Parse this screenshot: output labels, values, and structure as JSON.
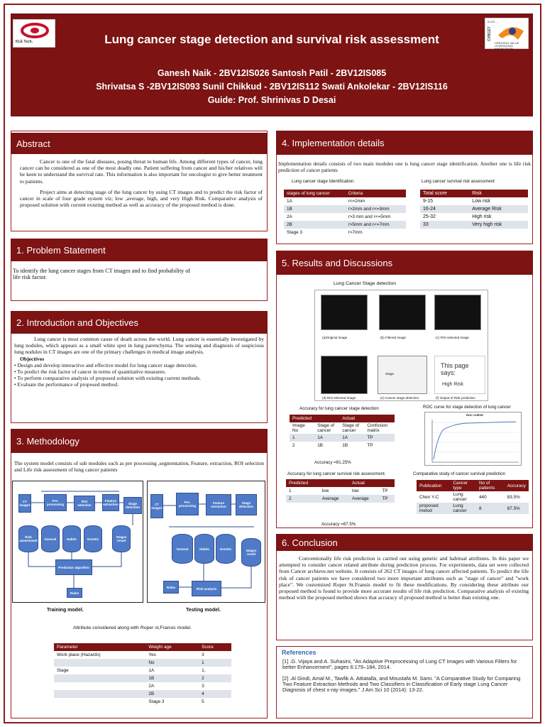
{
  "header": {
    "title": "Lung cancer stage detection and survival risk assessment",
    "authors_line1": "Ganesh Naik -  2BV12IS026  Santosh Patil - 2BV12IS085",
    "authors_line2": "Shrivatsa S -2BV12IS093  Sunil Chikkud - 2BV12IS112  Swati Ankolekar - 2BV12IS116",
    "guide": "Guide: Prof. Shrinivas D Desai",
    "logo_left_text": "KLE Tech.",
    "logo_right_top": "B.V.B.",
    "logo_right_text": "CVBCET",
    "logo_right_tag": "CREATING VALUE\nLEVERAGING KNOWLEDGE"
  },
  "abstract": {
    "heading": "Abstract",
    "p1": "Cancer is one of the fatal diseases, posing threat to human life. Among different types of cancer, lung cancer can be considered as one of the most deadly one. Patient suffering from cancer and his/her relatives will be keen to understand the survival rate. This information is also important for oncologist to give better treatment to patients.",
    "p2": "Project aims at detecting stage of the lung cancer by using CT images and to predict the risk factor of cancer in scale of four grade system viz; low ,average, high, and very High Risk. Comparative analysis of proposed solution with current existing method as well as accuracy of the proposed method is done."
  },
  "problem": {
    "heading": "1. Problem Statement",
    "line1": "To identify the lung cancer stages  from CT images and to find probability of",
    "line2": "life risk factor."
  },
  "intro": {
    "heading": "2. Introduction and Objectives",
    "p1": "Lung cancer is most common cause of death across the world. Lung cancer is essentially investigated by lung nodules, which appears as a small white spot in lung parenchyma. The sensing and diagnosis of suspicious lung nodules in CT images are one of the primary challenges in medical image analysis.",
    "obj_title": "Objectives",
    "objectives": [
      "• Design and develop interactive and effective model for lung cancer stage detection.",
      "• To predict the risk factor of cancer in terms of quantitative measures.",
      "• To perform comparative analysis of proposed solution with existing current methods.",
      "• Evaluate the performance of proposed method."
    ]
  },
  "methodology": {
    "heading": "3. Methodology",
    "text": "The system model consists of sub modules such as pre processing ,segmentation, Feature, extraction, ROI selection and Life risk assessment of lung cancer patients",
    "training": {
      "ct": "CT images",
      "pre": "Pre-processing",
      "roi": "ROI selection",
      "feat": "Feature extraction",
      "stage": "Stage detection",
      "risk": "Risk assessment",
      "general": "General",
      "habits": "Habits",
      "genetic": "Genetic",
      "stages": "Stages result",
      "pred": "Prediction algorithm",
      "rules": "Rules"
    },
    "testing": {
      "ct": "CT images",
      "pre": "Pre-processing",
      "feat": "Feature extraction",
      "stage": "Stage detection",
      "general": "General",
      "habits": "Habits",
      "genetic": "Genetic",
      "stages": "Stages result",
      "rules": "Rules",
      "risk": "Risk analysis"
    },
    "training_caption": "Training model.",
    "testing_caption": "Testing model.",
    "attr_caption": "Attribute considered along with Roper st,Fransis model.",
    "attr_table": {
      "headers": [
        "Parameter",
        "Weight age",
        "Score"
      ],
      "rows": [
        [
          "Work place (Hazards)",
          "Yes",
          "3"
        ],
        [
          "",
          "No",
          "1"
        ],
        [
          "Stage",
          "1A",
          "1,"
        ],
        [
          "",
          "1B",
          "2"
        ],
        [
          "",
          "2A",
          "3"
        ],
        [
          "",
          "2B",
          "4"
        ],
        [
          "",
          "Stage 3",
          "5"
        ]
      ]
    }
  },
  "impl": {
    "heading": "4. Implementation details",
    "text": "Implementation details consists of  two main modules one is lung cancer  stage identification. Another one is life risk prediction of cancer patients",
    "cap1": "Lung cancer stage Identification.",
    "cap2": "Lung cancer survival risk assessment",
    "stage_table": {
      "headers": [
        "stages of lung cancer",
        "Criteria"
      ],
      "rows": [
        [
          "1A",
          "r<=2mm"
        ],
        [
          "1B",
          "r>2mm and r<=3mm"
        ],
        [
          "2A",
          "r>3 mm and r<=5mm"
        ],
        [
          "2B",
          "r>5mm and r<=7mm"
        ],
        [
          "Stage 3",
          "r>7mm"
        ]
      ]
    },
    "risk_table": {
      "headers": [
        "Total score",
        "Risk"
      ],
      "rows": [
        [
          "9-15",
          "Low risk"
        ],
        [
          "16-24",
          "Average Risk"
        ],
        [
          "25-32",
          "High risk"
        ],
        [
          " 33",
          "Very high risk"
        ]
      ]
    }
  },
  "results": {
    "heading": "5.  Results and Discussions",
    "detect_title": "Lung Cancer Stage detection",
    "img_caps": [
      "(a)Original image",
      "(b) Filtered image",
      "(c) ROI selected image",
      "(d) ROI selected image",
      "(e) Cancer stage detection",
      "(f) Output of Risk prediction"
    ],
    "page_says": "This page says:",
    "high_risk": "High Risk",
    "dlg_stage": "Stage",
    "acc1_title": "Accuracy for lung cancer stage detection",
    "acc1_table": {
      "headers": [
        "Predicted",
        "",
        "Actual",
        ""
      ],
      "rows": [
        [
          "Image No",
          "Stage of cancer",
          "Stage of cancer",
          "Confusion matrix"
        ],
        [
          "1",
          "1A",
          "1A",
          "TP"
        ],
        [
          "2",
          "1B",
          "1B",
          "TP"
        ]
      ]
    },
    "acc1_note": "Accuracy =81.25%",
    "roc_title": "ROC curve for stage detection of lung cancer",
    "roc_inner": "ROC CURVE",
    "acc2_title": "Accuracy for lung cancer survival risk assessment.",
    "acc2_table": {
      "headers": [
        "Predicted",
        "",
        "Actual",
        ""
      ],
      "rows": [
        [
          "1",
          "low",
          "low",
          "TP"
        ],
        [
          "2",
          "Average",
          "Average",
          "TP"
        ]
      ]
    },
    "acc2_note": "Accuracy =87.5%",
    "comp_title": "Comparative study of cancer survival prediction",
    "comp_table": {
      "headers": [
        "Publication",
        "Cancer type",
        "No of patients",
        "Accuracy"
      ],
      "rows": [
        [
          "Chen Y-C",
          " Lung cancer",
          "440",
          "83.5%"
        ],
        [
          "proposed metod",
          "Lung cancer",
          "8",
          "87.5%"
        ]
      ]
    }
  },
  "conclusion": {
    "heading": "6. Conclusion",
    "text": "Conventionally life risk prediction is carried out using genetic and habitual attributes. In this paper we attempted to consider cancer related attribute during prediction process. For experiments, data set were collected from Cancer archieve.net website. It consists of 262 CT images of lung cancer affected patients. To predict the life risk of cancer patients we have considered two more important attributes such as \"stage of cancer\" and \"work place\". We customized Roper St.Fransis model to fit these modifications. By considering these attribute our proposed method is found to provide more accurate results of life risk prediction. Comparative analysis of existing method with the proposed method shows that accuracy of proposed method is better than existing one."
  },
  "refs": {
    "heading": "References",
    "r1": "[1] .G. Vijaya and A. Suhasini, \"An Adaptive Preprocessing of Lung CT Images with Various Filters for better Enhancement\", pages 6:179–184, 2014.",
    "r2": "[2] .Al Gindi, Amal M., Tawfik A. Attiatalla, and Moustafa M. Sami. \"A Comparative Study for Comparing Two Feature Extraction Methods and Two Classifiers in Classification of Early stage Lung Cancer Diagnosis of chest x-ray images.\" J Am Sci 10 (2014): 13-22."
  }
}
